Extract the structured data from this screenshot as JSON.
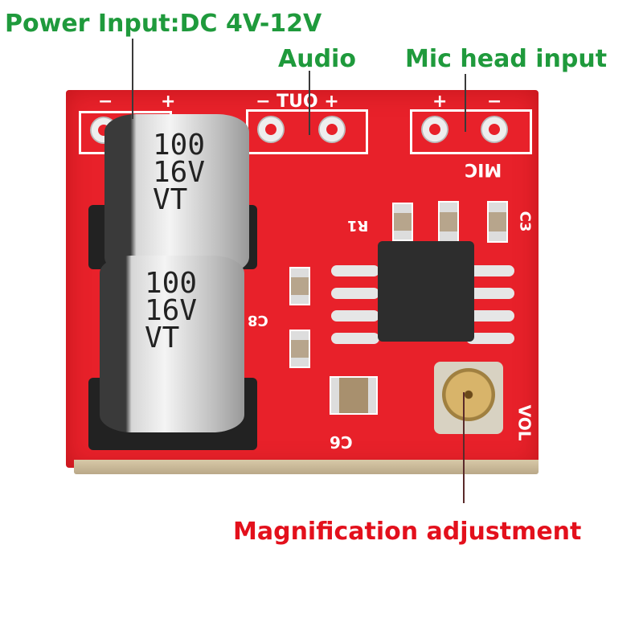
{
  "annotations": {
    "power_input": "Power Input:DC 4V-12V",
    "audio": "Audio",
    "mic_head_input": "Mic head input",
    "magnification_adjustment": "Magnification adjustment"
  },
  "silkscreen": {
    "power_minus": "−",
    "power_plus": "+",
    "out_label": "+ OUT −",
    "mic_plus": "+",
    "mic_minus": "−",
    "mic": "MIC",
    "r1": "R1",
    "c3": "C3",
    "c8": "C8",
    "c6": "C6",
    "vol": "VOL"
  },
  "capacitors": [
    {
      "value": "100",
      "voltage": "16V",
      "series": "VT"
    },
    {
      "value": "100",
      "voltage": "16V",
      "series": "VT"
    }
  ],
  "colors": {
    "annotation_green": "#1f9a3c",
    "annotation_red": "#e3101c",
    "pcb": "#e8212a"
  }
}
